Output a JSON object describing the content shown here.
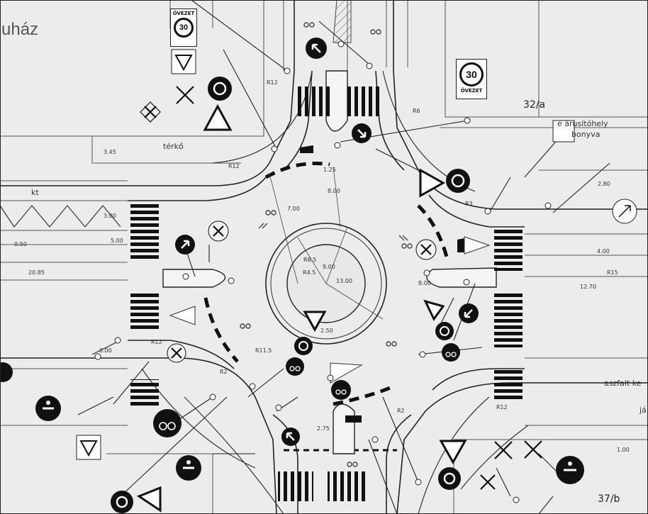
{
  "labels": {
    "store_partial": "uház",
    "parcel_32a": "32/a",
    "parcel_37b": "37/b",
    "paving_tiles": "térkő",
    "kt_partial": "kt",
    "parking_area": "e árusítóhely",
    "building_partial": "bonyva",
    "asphalt_partial": "aszfalt ke",
    "sidewalk_partial": "já",
    "zone_sign_value": "30",
    "zone_sign_text": "ÖVEZET"
  },
  "dimensions": {
    "r12_north": "R12",
    "r12_west": "R12",
    "r12_east": "R12",
    "r12_south": "R12",
    "r115": "R11.5",
    "r15": "R15",
    "r6": "R6",
    "r3": "R3",
    "r2a": "R2",
    "r2b": "R2",
    "r8_5": "R8.5",
    "r4_5": "R4.5",
    "d9": "9.00",
    "d13": "13.00",
    "d7": "7.00",
    "d8a": "8.00",
    "d8b": "8.00",
    "d1_25": "1.25",
    "d2_50": "2.50",
    "d2_75": "2.75",
    "d3_45": "3.45",
    "d20_85": "20.85",
    "d12_70": "12.70",
    "d5_00": "5.00",
    "d4_00": "4.00",
    "d3_00": "3.00",
    "d6_00": "6.00",
    "d0_50": "0.50",
    "d2_80": "2.80",
    "d1_00": "1.00"
  },
  "colors": {
    "background": "#ececec",
    "ink": "#111111",
    "line": "#333333",
    "road_fill": "#e6e6e6",
    "sign_fill": "#ffffff"
  }
}
